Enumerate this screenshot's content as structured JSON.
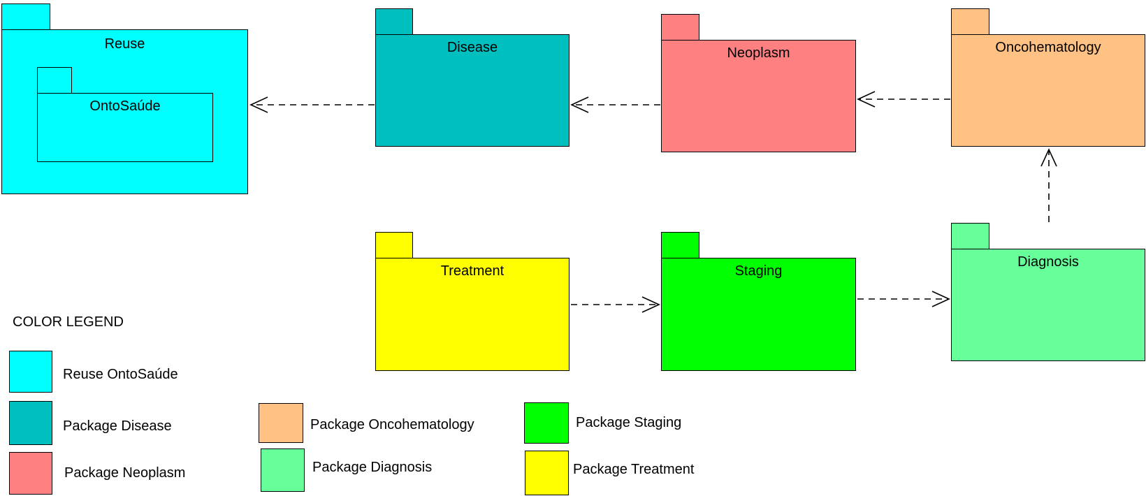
{
  "colors": {
    "reuse": "#00ffff",
    "disease": "#00bfbf",
    "neoplasm": "#ff8080",
    "oncohematology": "#ffc184",
    "diagnosis": "#66ff99",
    "staging": "#00ff00",
    "treatment": "#ffff00",
    "line": "#000000"
  },
  "packages": {
    "reuse": "Reuse",
    "ontosaude": "OntoSaúde",
    "disease": "Disease",
    "neoplasm": "Neoplasm",
    "oncohematology": "Oncohematology",
    "treatment": "Treatment",
    "staging": "Staging",
    "diagnosis": "Diagnosis"
  },
  "legend": {
    "title": "COLOR LEGEND",
    "items": {
      "reuse": "Reuse OntoSaúde",
      "disease": "Package Disease",
      "neoplasm": "Package Neoplasm",
      "oncohematology": "Package Oncohematology",
      "diagnosis": "Package Diagnosis",
      "staging": "Package Staging",
      "treatment": "Package Treatment"
    }
  }
}
